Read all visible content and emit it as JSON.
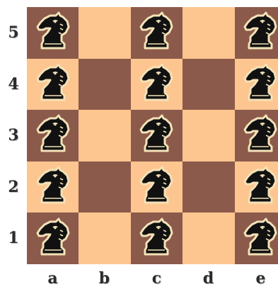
{
  "board": {
    "ranks": [
      "5",
      "4",
      "3",
      "2",
      "1"
    ],
    "files": [
      "a",
      "b",
      "c",
      "d",
      "e"
    ],
    "light_color": "#FDC590",
    "dark_color": "#8B5A4A",
    "pieces": [
      {
        "square": "a5",
        "piece": "black-knight"
      },
      {
        "square": "c5",
        "piece": "black-knight"
      },
      {
        "square": "e5",
        "piece": "black-knight"
      },
      {
        "square": "a4",
        "piece": "black-knight"
      },
      {
        "square": "c4",
        "piece": "black-knight"
      },
      {
        "square": "e4",
        "piece": "black-knight"
      },
      {
        "square": "a3",
        "piece": "black-knight"
      },
      {
        "square": "c3",
        "piece": "black-knight"
      },
      {
        "square": "e3",
        "piece": "black-knight"
      },
      {
        "square": "a2",
        "piece": "black-knight"
      },
      {
        "square": "c2",
        "piece": "black-knight"
      },
      {
        "square": "e2",
        "piece": "black-knight"
      },
      {
        "square": "a1",
        "piece": "black-knight"
      },
      {
        "square": "c1",
        "piece": "black-knight"
      },
      {
        "square": "e1",
        "piece": "black-knight"
      }
    ]
  }
}
